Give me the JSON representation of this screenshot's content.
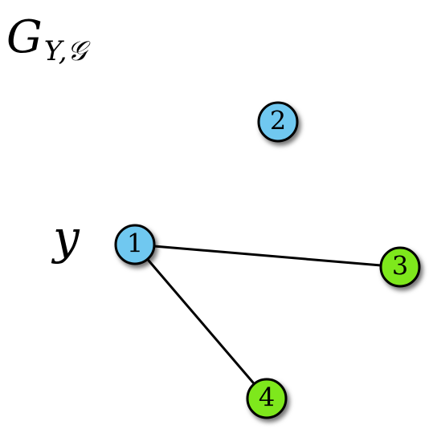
{
  "title": {
    "main": "G",
    "subscript": "Y,𝒢"
  },
  "node_label": "y",
  "graph": {
    "nodes": [
      {
        "id": "1",
        "label": "1",
        "color": "#6fc8f0"
      },
      {
        "id": "2",
        "label": "2",
        "color": "#6fc8f0"
      },
      {
        "id": "3",
        "label": "3",
        "color": "#7ee81b"
      },
      {
        "id": "4",
        "label": "4",
        "color": "#7ee81b"
      }
    ],
    "edges": [
      {
        "from": "1",
        "to": "3"
      },
      {
        "from": "1",
        "to": "4"
      }
    ]
  },
  "colors": {
    "edge": "#000000",
    "node_outline": "#000000"
  }
}
